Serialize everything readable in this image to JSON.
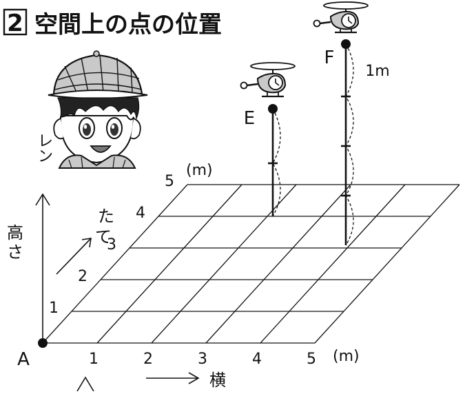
{
  "title": {
    "number": "2",
    "text": "空間上の点の位置"
  },
  "character": {
    "name": "レン"
  },
  "axes": {
    "height_label": "高さ",
    "depth_label": "たて",
    "width_label": "横",
    "unit": "(m)",
    "width_ticks": [
      "1",
      "2",
      "3",
      "4",
      "5"
    ],
    "depth_ticks": [
      "1",
      "2",
      "3",
      "4",
      "5"
    ]
  },
  "points": {
    "origin": "A",
    "e": "E",
    "f": "F",
    "f_segment_label": "1m"
  },
  "helicopter_icon": "helicopter-icon"
}
